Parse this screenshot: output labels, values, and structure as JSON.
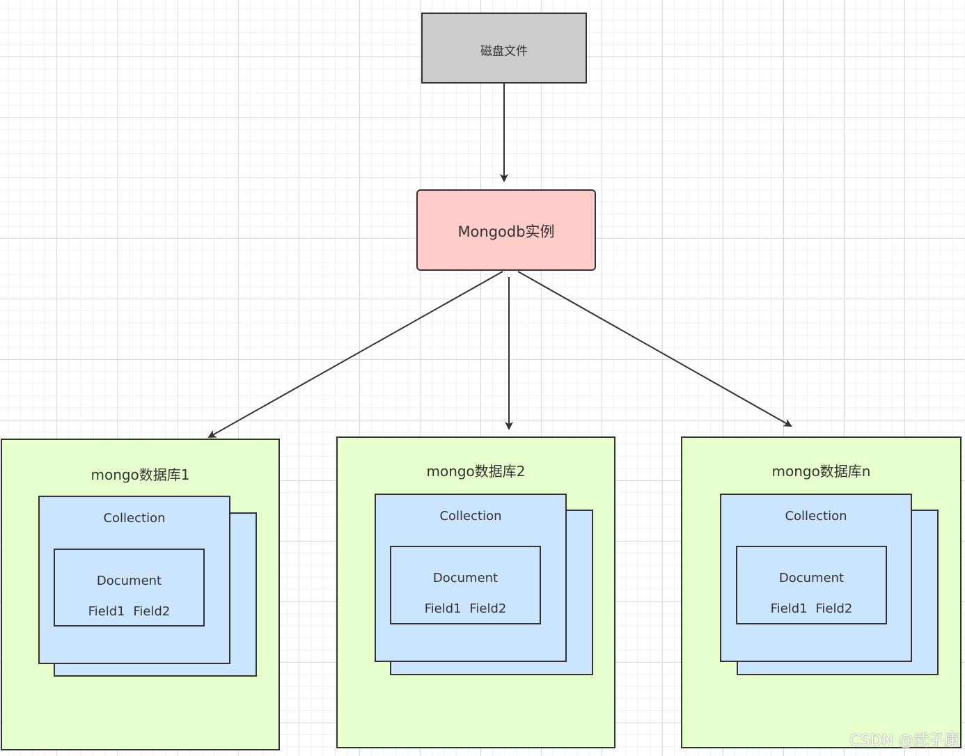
{
  "disk": {
    "label": "磁盘文件"
  },
  "instance": {
    "label": "Mongodb实例"
  },
  "databases": [
    {
      "title": "mongo数据库1",
      "collection": "Collection",
      "document": "Document",
      "fields": "Field1  Field2"
    },
    {
      "title": "mongo数据库2",
      "collection": "Collection",
      "document": "Document",
      "fields": "Field1  Field2"
    },
    {
      "title": "mongo数据库n",
      "collection": "Collection",
      "document": "Document",
      "fields": "Field1  Field2"
    }
  ],
  "colors": {
    "disk": "#cccccc",
    "instance": "#ffcccc",
    "database": "#e6ffcc",
    "collection": "#cce5ff",
    "stroke": "#333333"
  },
  "watermark": "CSDN @武子康"
}
